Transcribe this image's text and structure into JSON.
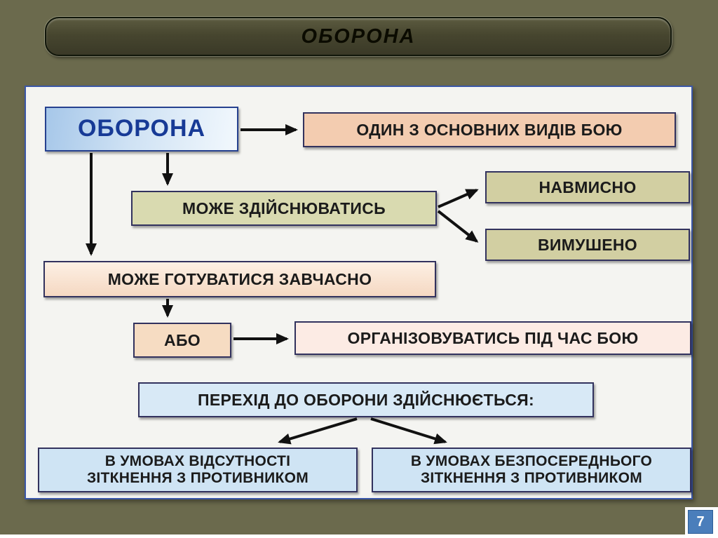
{
  "slide": {
    "title": "ОБОРОНА",
    "page_number": "7",
    "colors": {
      "background": "#6b6a4d",
      "title_capsule": "#47462f",
      "panel_background": "#f4f4f1",
      "panel_border": "#3b57a8",
      "root_box_text": "#173a96",
      "peach_box": "#f3ccb0",
      "khaki_box": "#d2cfa2",
      "blue_box": "#cfe4f4",
      "arrow": "#111111",
      "page_badge": "#4a7ebb"
    }
  },
  "diagram": {
    "root": "ОБОРОНА",
    "definition": "ОДИН З ОСНОВНИХ ВИДІВ БОЮ",
    "can_be_done": "МОЖЕ ЗДІЙСНЮВАТИСЬ",
    "deliberate": "НАВМИСНО",
    "forced": "ВИМУШЕНО",
    "prepared_in_advance": "МОЖЕ ГОТУВАТИСЯ ЗАВЧАСНО",
    "or": "АБО",
    "organized_during_battle": "ОРГАНІЗОВУВАТИСЬ ПІД ЧАС БОЮ",
    "transition_heading": "ПЕРЕХІД ДО ОБОРОНИ ЗДІЙСНЮЄТЬСЯ:",
    "no_contact": {
      "line1": "В УМОВАХ ВІДСУТНОСТІ",
      "line2": "ЗІТКНЕННЯ З ПРОТИВНИКОМ"
    },
    "direct_contact": {
      "line1": "В УМОВАХ БЕЗПОСЕРЕДНЬОГО",
      "line2": "ЗІТКНЕННЯ З ПРОТИВНИКОМ"
    }
  }
}
